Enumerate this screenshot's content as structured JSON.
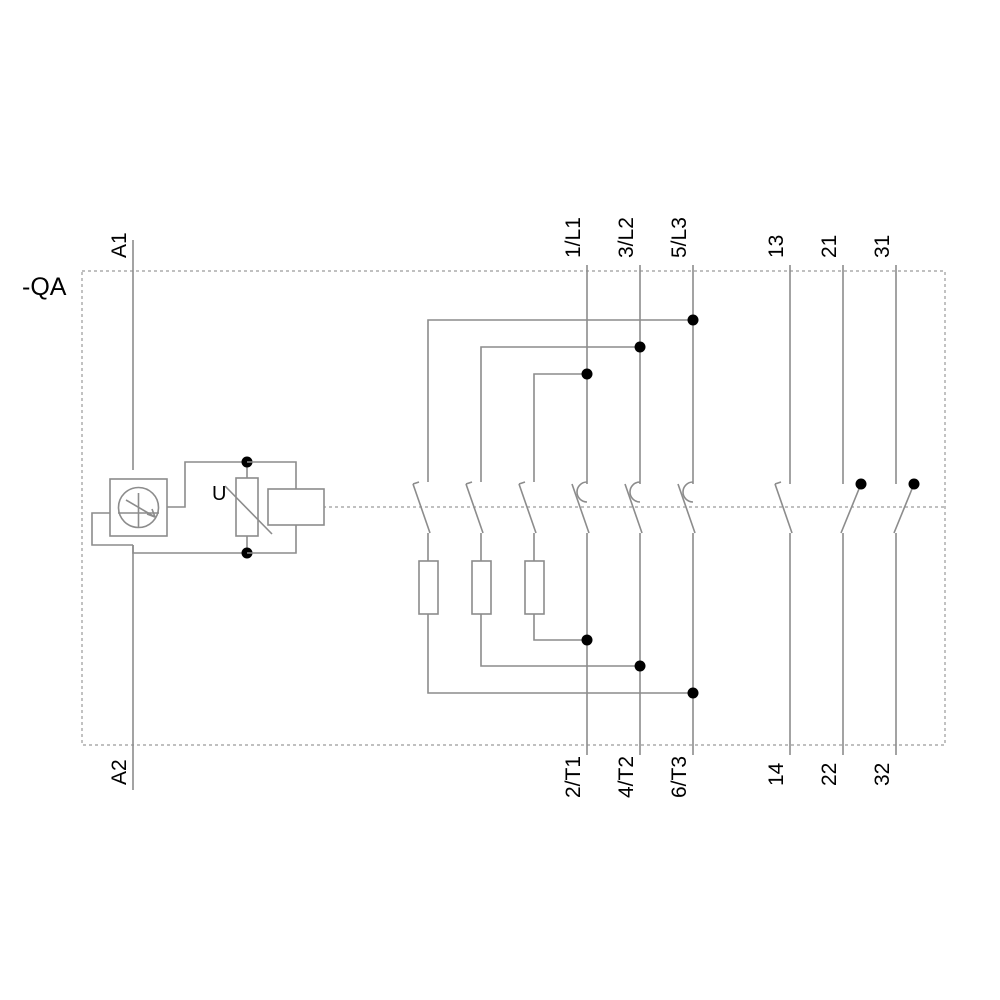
{
  "diagram": {
    "title": "-QA",
    "device_tag": "-QA",
    "kind": "contactor-circuit-diagram",
    "colors": {
      "wire": "#8c8c8c",
      "dash": "#9a9a9a",
      "junction": "#000000",
      "text": "#000000",
      "background": "#ffffff"
    }
  },
  "coil": {
    "terminal_top_label": "A1",
    "terminal_bottom_label": "A2",
    "varistor_label": "U",
    "rectifier_name": "ac-dc-converter-symbol",
    "coil_name": "coil-winding-rectangle"
  },
  "main_contacts": {
    "top_labels": [
      "1/L1",
      "3/L2",
      "5/L3"
    ],
    "bottom_labels": [
      "2/T1",
      "4/T2",
      "6/T3"
    ],
    "count": 3,
    "type": "normally-open"
  },
  "reversing_contacts": {
    "count": 3,
    "type": "normally-open-with-arc-suppression"
  },
  "aux_contacts": [
    {
      "top_label": "13",
      "bottom_label": "14",
      "type": "normally-open"
    },
    {
      "top_label": "21",
      "bottom_label": "22",
      "type": "normally-closed"
    },
    {
      "top_label": "31",
      "bottom_label": "32",
      "type": "normally-closed"
    }
  ],
  "resistors": {
    "count": 3,
    "name": "series-resistor"
  }
}
